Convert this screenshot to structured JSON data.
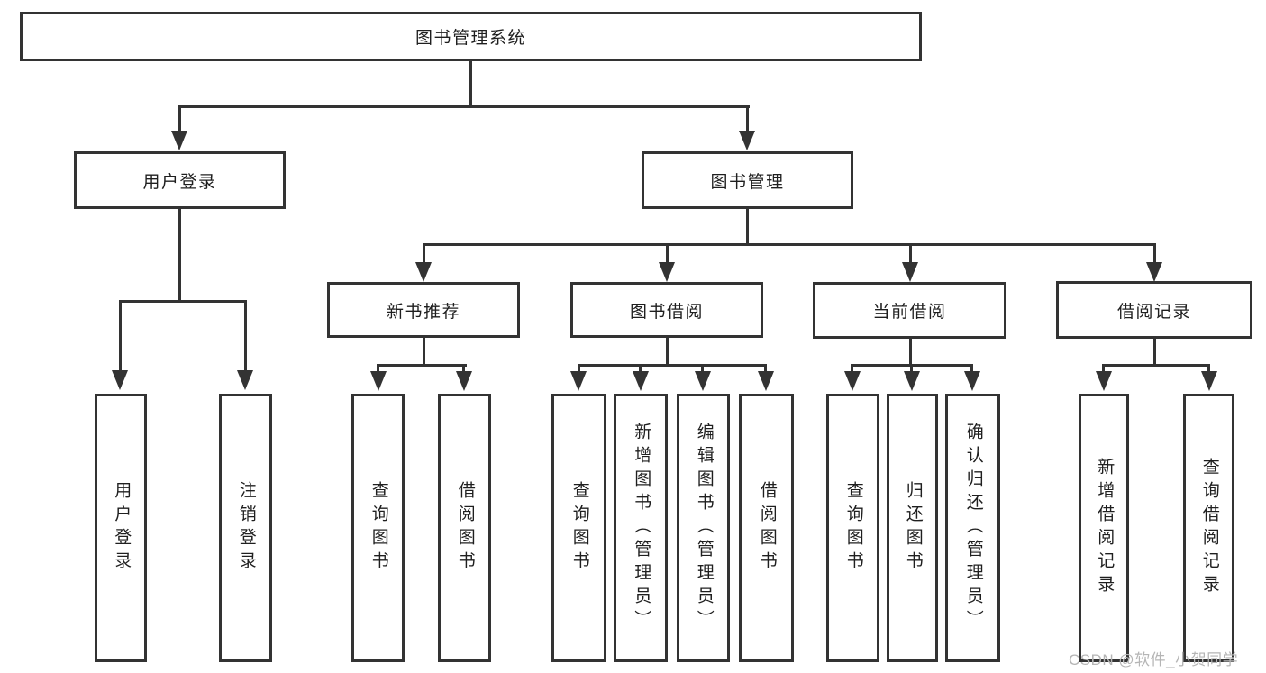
{
  "diagram": {
    "root": {
      "label": "图书管理系统"
    },
    "branches": [
      {
        "label": "用户登录",
        "children": [
          {
            "label": "用户登录"
          },
          {
            "label": "注销登录"
          }
        ]
      },
      {
        "label": "图书管理",
        "children": [
          {
            "label": "新书推荐",
            "children": [
              {
                "label": "查询图书"
              },
              {
                "label": "借阅图书"
              }
            ]
          },
          {
            "label": "图书借阅",
            "children": [
              {
                "label": "查询图书"
              },
              {
                "label": "新增图书（管理员）"
              },
              {
                "label": "编辑图书（管理员）"
              },
              {
                "label": "借阅图书"
              }
            ]
          },
          {
            "label": "当前借阅",
            "children": [
              {
                "label": "查询图书"
              },
              {
                "label": "归还图书"
              },
              {
                "label": "确认归还（管理员）"
              }
            ]
          },
          {
            "label": "借阅记录",
            "children": [
              {
                "label": "新增借阅记录"
              },
              {
                "label": "查询借阅记录"
              }
            ]
          }
        ]
      }
    ]
  },
  "watermark": {
    "text": "CSDN @软件_小贺同学"
  },
  "colors": {
    "line": "#333333",
    "text": "#1f1f1f",
    "watermark": "#b5b5b5",
    "background": "#ffffff"
  }
}
